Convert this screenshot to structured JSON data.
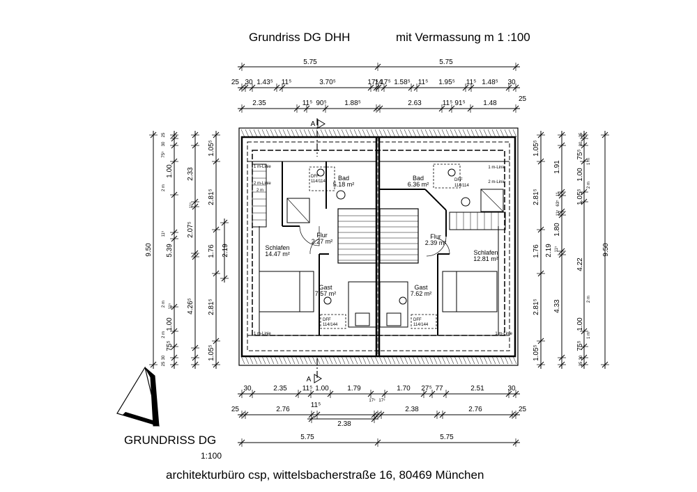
{
  "title": {
    "main": "Grundriss DG DHH",
    "sub": "mit Vermassung  m 1 :100"
  },
  "label_block": {
    "heading": "GRUNDRISS DG",
    "scale": "1:100"
  },
  "footer": "architekturbüro csp, wittelsbacherstraße 16, 80469 München",
  "section_markers": [
    "A",
    "A"
  ],
  "rooms": {
    "left": [
      {
        "name": "Bad",
        "area": "5.18 m²"
      },
      {
        "name": "Flur",
        "area": "2.27 m²"
      },
      {
        "name": "Schlafen",
        "area": "14.47 m²"
      },
      {
        "name": "Gast",
        "area": "7.57 m²"
      }
    ],
    "right": [
      {
        "name": "Bad",
        "area": "6.36 m²"
      },
      {
        "name": "Flur",
        "area": "2.39 m²"
      },
      {
        "name": "Schlafen",
        "area": "12.81 m²"
      },
      {
        "name": "Gast",
        "area": "7.62 m²"
      }
    ]
  },
  "windows": {
    "dff": "DFF",
    "size": "114/114",
    "size_alt": "114/144",
    "m_line_1": "1 m-Linie",
    "m_line_2": "2 m-Linie",
    "m_short": "2 m"
  },
  "dimensions": {
    "top_total": [
      "5.75",
      "5.75"
    ],
    "top_row1": [
      "25",
      "30",
      "1.43⁵",
      "11⁵",
      "3.70⁵",
      "17⁵",
      "14",
      "17⁵",
      "1.58⁵",
      "11⁵",
      "1.95⁵",
      "11⁵",
      "1.48⁵",
      "30"
    ],
    "top_row2": [
      "2.35",
      "11⁵",
      "90⁵",
      "1.88⁵",
      "2.63",
      "11⁵",
      "91⁵",
      "1.48",
      "25"
    ],
    "bottom_row1": [
      "30",
      "2.35",
      "11⁵",
      "1.00",
      "1.79",
      "1.70",
      "27⁵",
      "77",
      "2.51",
      "30"
    ],
    "bottom_row2": [
      "25",
      "2.76",
      "11⁵",
      "17⁵",
      "17⁵",
      "2.38",
      "2.76",
      "25"
    ],
    "bottom_row3": [
      "2.38"
    ],
    "bottom_total": [
      "5.75",
      "5.75"
    ],
    "left_total": "9.50",
    "left_col_a": [
      "1.00",
      "5.39",
      "11⁵",
      "1.00",
      "75⁵"
    ],
    "left_col_b": [
      "25",
      "30",
      "75⁵",
      "2 m",
      "2 m",
      "11⁵",
      "2 m",
      "30",
      "25"
    ],
    "left_col_c": [
      "2.33",
      "11⁵",
      "2.07⁵",
      "4.26⁵"
    ],
    "left_col_d": [
      "1.05⁵",
      "2.81⁵",
      "1.76",
      "2.81⁵",
      "1.05⁵"
    ],
    "left_col_e": "2.19",
    "right_col_a": [
      "1.05⁵",
      "2.81⁵",
      "1.76",
      "2.81⁵",
      "1.05⁵"
    ],
    "right_col_b": "2.19",
    "right_col_c": [
      "1.91",
      "11",
      "63⁵",
      "11⁵",
      "1.80",
      "11⁵",
      "4.33"
    ],
    "right_col_d": [
      "25",
      "30",
      "75⁵",
      "1.00",
      "1.05⁵",
      "4.22",
      "1.00",
      "75⁵",
      "30",
      "25"
    ],
    "right_col_small": [
      "1 m",
      "2 m",
      "2 m",
      "1 m"
    ],
    "right_total": "9.50"
  }
}
